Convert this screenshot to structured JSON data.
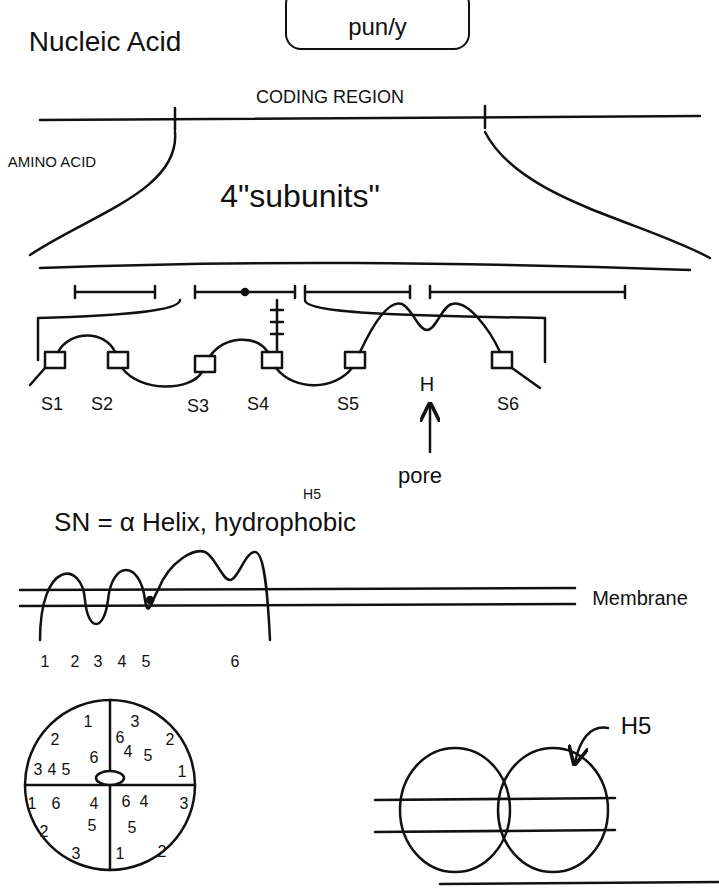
{
  "diagram": {
    "nodes": [
      {
        "text": [
          "pun/y"
        ]
      }
    ],
    "labels": [
      "Nucleic Acid",
      "CODING REGION",
      "AMINO ACID",
      "4\"subunits\"",
      "S1",
      "S2",
      "S3",
      "S4",
      "S5",
      "S6",
      "H",
      "pore",
      "SN = α Helix, hydrophobic",
      "H5",
      "Membrane",
      "1",
      "2",
      "3",
      "4",
      "5",
      "6",
      "2",
      "1",
      "3",
      "4",
      "5",
      "6",
      "3",
      "2",
      "4",
      "5",
      "1",
      "6",
      "1",
      "6",
      "2",
      "5",
      "4",
      "3",
      "6",
      "4",
      "3",
      "5",
      "1",
      "2",
      "H5"
    ]
  }
}
